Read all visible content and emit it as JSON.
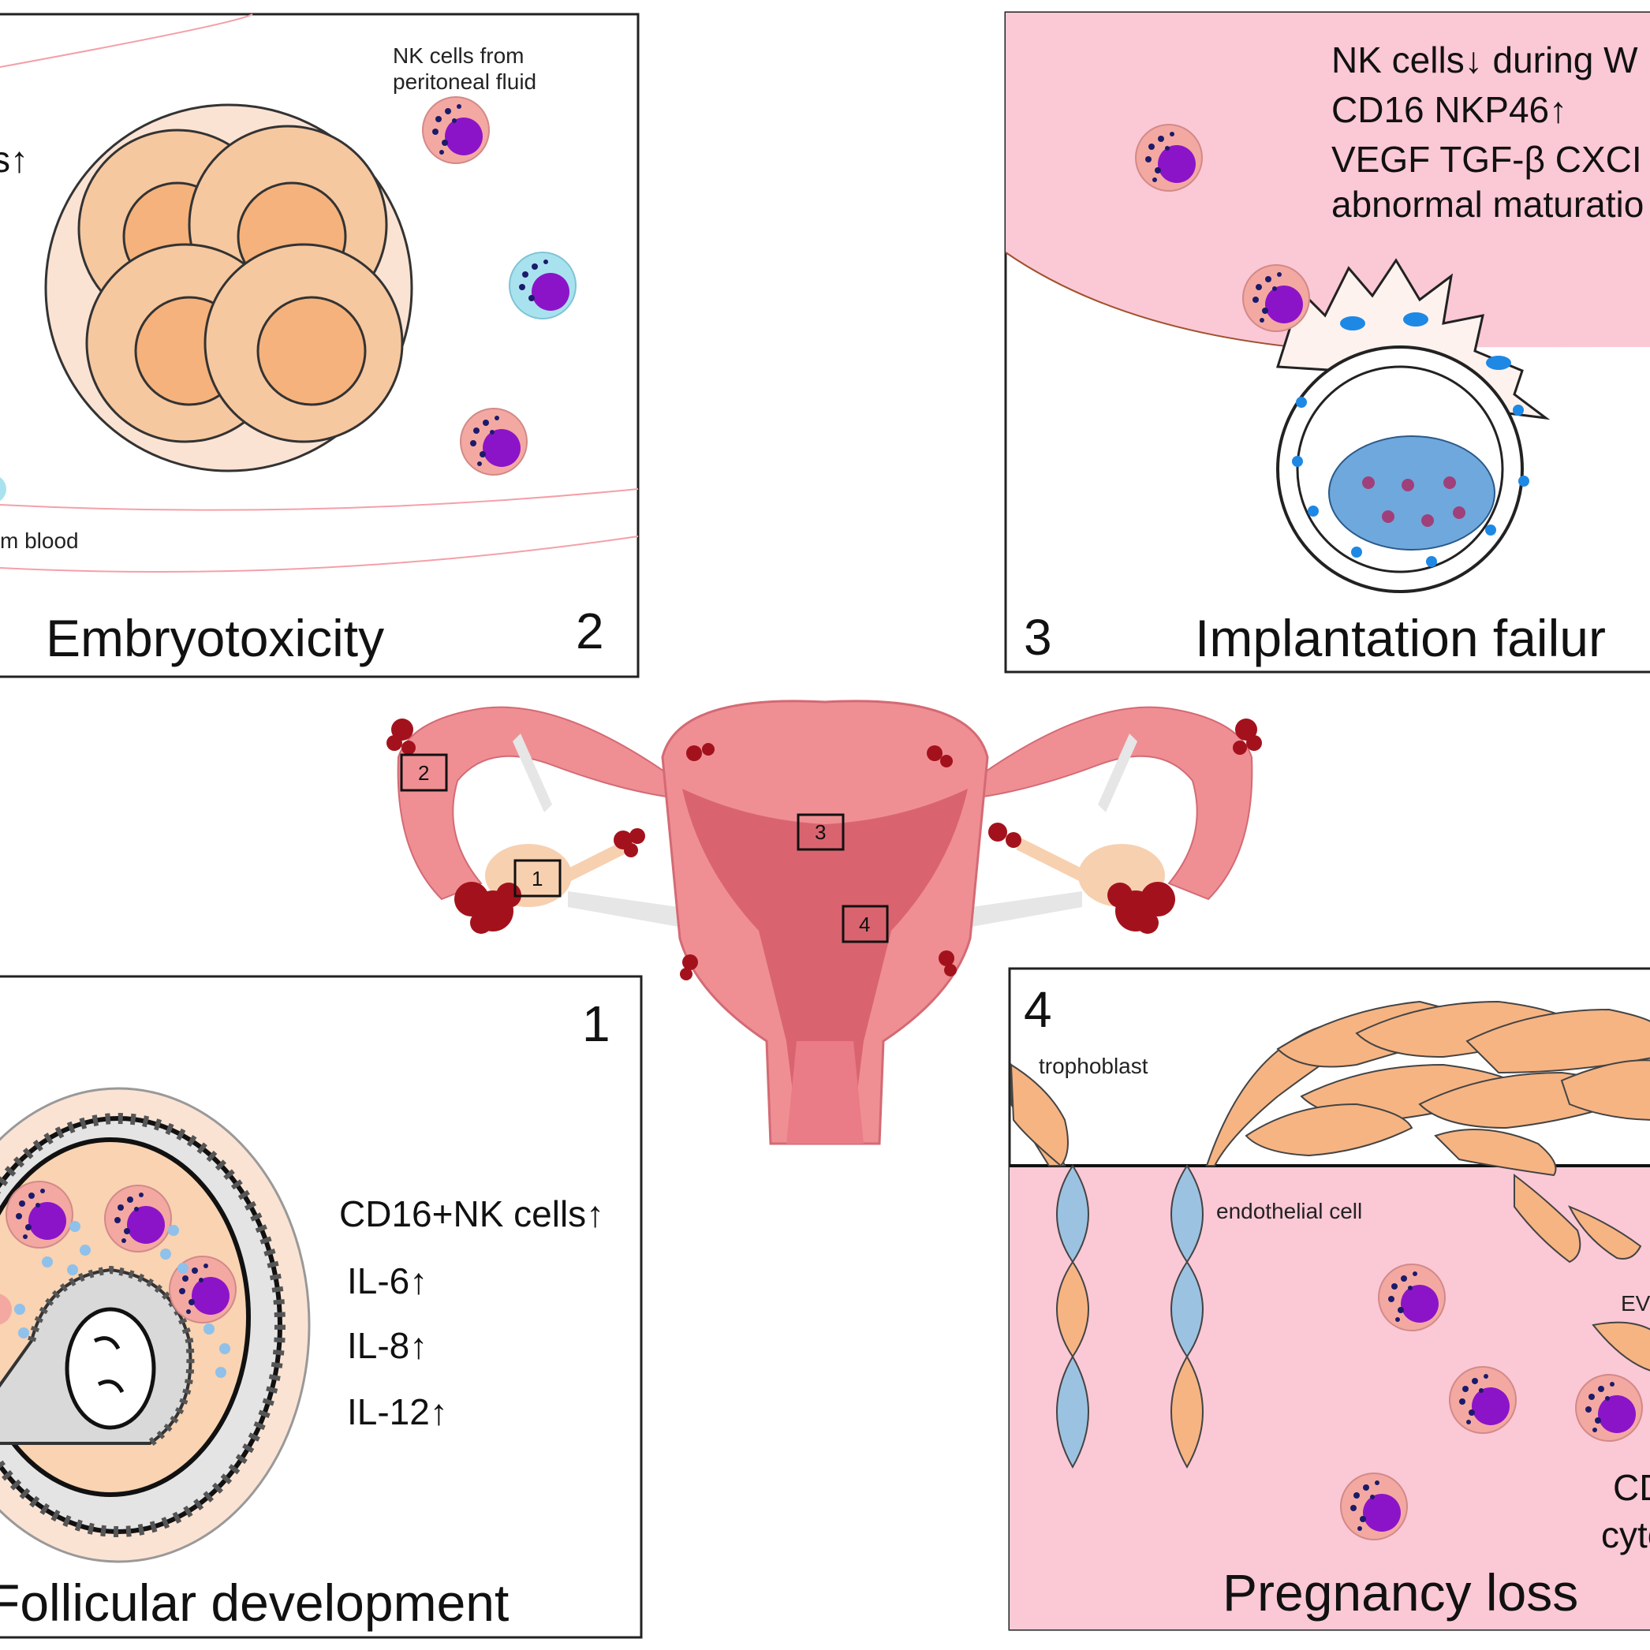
{
  "panel2": {
    "number": "2",
    "title": "Embryotoxicity",
    "note_peritoneal_1": "NK cells from",
    "note_peritoneal_2": "peritoneal fluid",
    "note_blood": "m blood",
    "trunc_arrow": "s↑"
  },
  "panel3": {
    "number": "3",
    "title": "Implantation failur",
    "lines": [
      "NK cells↓ during W",
      "CD16 NKP46↑",
      "VEGF TGF-β CXCI",
      "abnormal maturatio"
    ]
  },
  "panel1": {
    "number": "1",
    "title": "Follicular development",
    "markers": [
      "CD16+NK cells↑",
      "IL-6↑",
      "IL-8↑",
      "IL-12↑"
    ]
  },
  "panel4": {
    "number": "4",
    "title": "Pregnancy loss",
    "label_trophoblast": "trophoblast",
    "label_endothelial": "endothelial cell",
    "label_ev": "EV",
    "label_cd": "CD",
    "label_cyt": "cyto"
  },
  "uterus": {
    "box_labels": [
      "2",
      "3",
      "1",
      "4"
    ]
  },
  "colors": {
    "uterus": "#ef8f94",
    "uterus_inner": "#d9646f",
    "lesion": "#a3121c",
    "panel_pink": "#fbc8d6",
    "nk_cell": "#f3a9a2",
    "nucleus": "#8c14c8",
    "embryo": "#f6c8a0",
    "ovary": "#f7d0b0"
  }
}
